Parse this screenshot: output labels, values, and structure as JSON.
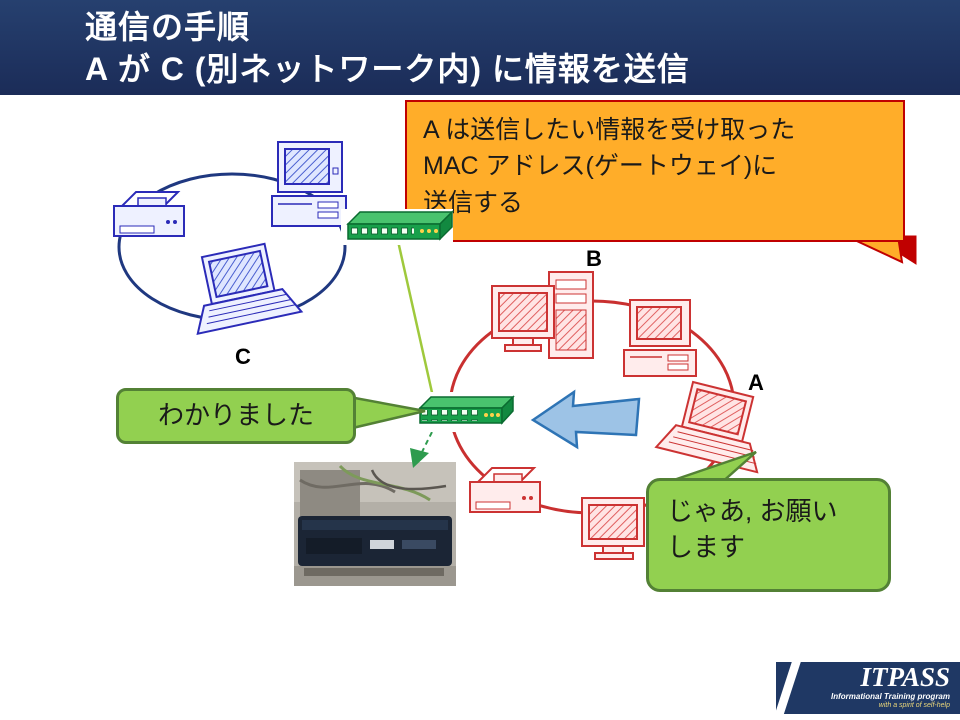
{
  "header": {
    "title_line1": "通信の手順",
    "title_line2": "A が C (別ネットワーク内) に情報を送信"
  },
  "callouts": {
    "orange_text": "A は送信したい情報を受け取った\nMAC アドレス(ゲートウェイ)に\n送信する",
    "ack_text": "わかりました",
    "request_text": "じゃあ, お願い\nします"
  },
  "labels": {
    "a": "A",
    "b": "B",
    "c": "C"
  },
  "logo": {
    "title": "ITPASS",
    "subtitle1": "Informational Training program",
    "subtitle2": "with a spirit of self-help"
  },
  "colors": {
    "header_bg": "#1F3864",
    "callout_orange": "#FFAD29",
    "callout_orange_border": "#C00000",
    "callout_green": "#92D050",
    "callout_green_border": "#538135",
    "ring_blue": "#1F3880",
    "ring_red": "#C93030",
    "arrow_blue": "#9DC3E6",
    "switch_green": "#18A04B"
  }
}
